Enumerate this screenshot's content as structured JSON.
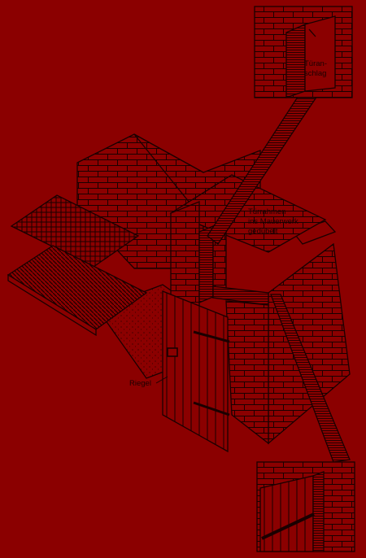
{
  "labels": {
    "door_stop": [
      "Türan-",
      "schlag"
    ],
    "door_frame": [
      "Türrahmen",
      "ins Mauerwerk",
      "gedübelt"
    ],
    "bolt": "Riegel"
  }
}
